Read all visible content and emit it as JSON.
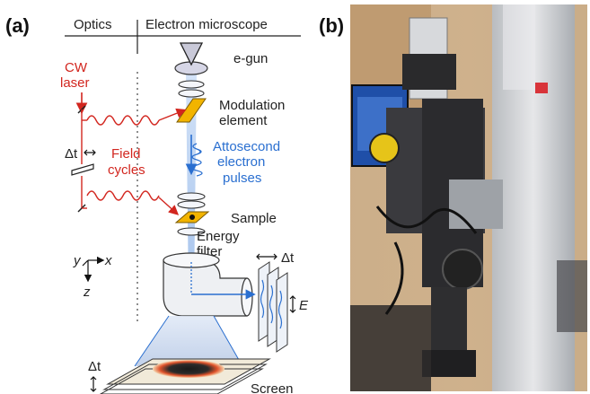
{
  "panels": {
    "a": "(a)",
    "b": "(b)"
  },
  "headers": {
    "optics": "Optics",
    "em": "Electron microscope"
  },
  "labels": {
    "egun": "e-gun",
    "modulation_l1": "Modulation",
    "modulation_l2": "element",
    "cw_l1": "CW",
    "cw_l2": "laser",
    "delay": "Δt",
    "field_l1": "Field",
    "field_l2": "cycles",
    "atto_l1": "Attosecond",
    "atto_l2": "electron",
    "atto_l3": "pulses",
    "sample": "Sample",
    "energy_l1": "Energy",
    "energy_l2": "filter",
    "filter_dt": "Δt",
    "energy_E": "E",
    "screen": "Screen",
    "screen_dt": "Δt",
    "axis_x": "x",
    "axis_y": "y",
    "axis_z": "z"
  },
  "colors": {
    "laser": "#d2261f",
    "electron": "#2a6fd0",
    "element": "#f2b400"
  }
}
